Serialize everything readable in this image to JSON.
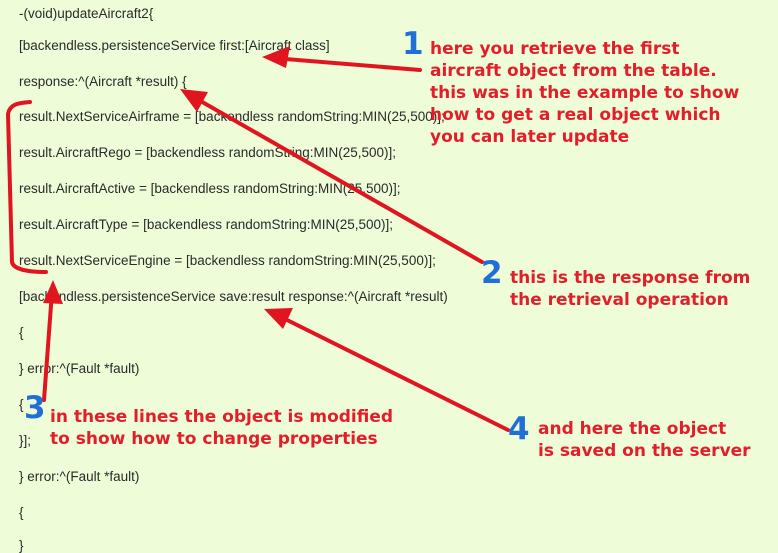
{
  "code": {
    "lines": [
      "-(void)updateAircraft2{",
      "[backendless.persistenceService first:[Aircraft class]",
      "response:^(Aircraft *result) {",
      "result.NextServiceAirframe = [backendless randomString:MIN(25,500)];",
      "result.AircraftRego = [backendless randomString:MIN(25,500)];",
      "result.AircraftActive = [backendless randomString:MIN(25,500)];",
      "result.AircraftType = [backendless randomString:MIN(25,500)];",
      "result.NextServiceEngine = [backendless randomString:MIN(25,500)];",
      "[backendless.persistenceService save:result response:^(Aircraft *result)",
      "{",
      "} error:^(Fault *fault)",
      "{",
      "}];",
      "} error:^(Fault *fault)",
      "{",
      "}"
    ]
  },
  "annotations": [
    {
      "number": "1",
      "lines": [
        "here you retrieve the first",
        "aircraft object from the table.",
        "this was in the example to show",
        "how to get a real object which",
        "you can later update"
      ]
    },
    {
      "number": "2",
      "lines": [
        "this is the response from",
        "the retrieval operation"
      ]
    },
    {
      "number": "3",
      "lines": [
        "in these lines the object is modified",
        "to show how to change properties"
      ]
    },
    {
      "number": "4",
      "lines": [
        "and here the object",
        "is saved on the server"
      ]
    }
  ],
  "colors": {
    "background": "#eefcd8",
    "annotation_text": "#e21e2a",
    "badge": "#1f6fd6",
    "arrow": "#e0151f"
  }
}
